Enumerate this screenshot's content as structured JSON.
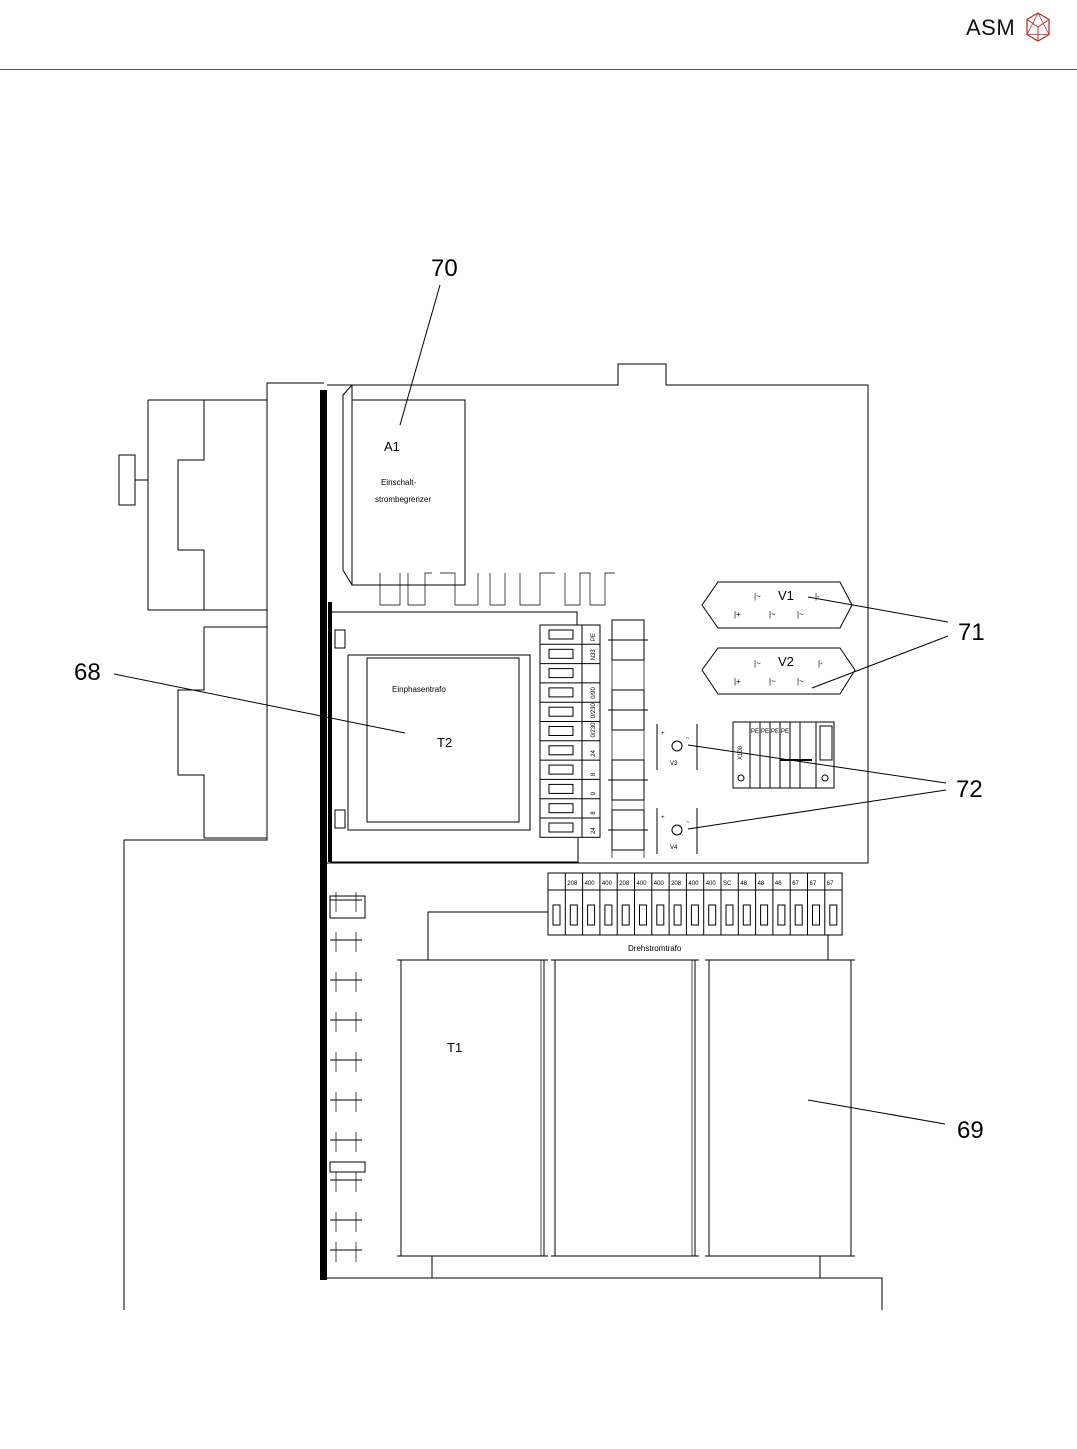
{
  "header": {
    "logo_text": "ASM",
    "logo_mark": "hexagon-logo-icon"
  },
  "callouts": [
    "70",
    "71",
    "68",
    "72",
    "69"
  ],
  "labels": {
    "a1": "A1",
    "a1_desc_1": "Einschalt-",
    "a1_desc_2": "strombegrenzer",
    "single_phase": "Einphasentrafo",
    "t2": "T2",
    "three_phase": "Drehstromtrafo",
    "t1": "T1",
    "v1": "V1",
    "v2": "V2",
    "v3": "V3",
    "v4": "V4",
    "x100": "X100",
    "pe": "PE"
  },
  "t2_terminals": [
    "PE",
    "N33",
    "",
    "0/90",
    "0/230",
    "0/230",
    "24",
    "8",
    "0",
    "8",
    "24"
  ],
  "t1_terminals": [
    "",
    "208",
    "400",
    "400",
    "208",
    "400",
    "400",
    "208",
    "400",
    "400",
    "SC",
    "48",
    "48",
    "46",
    "67",
    "67",
    "67"
  ]
}
